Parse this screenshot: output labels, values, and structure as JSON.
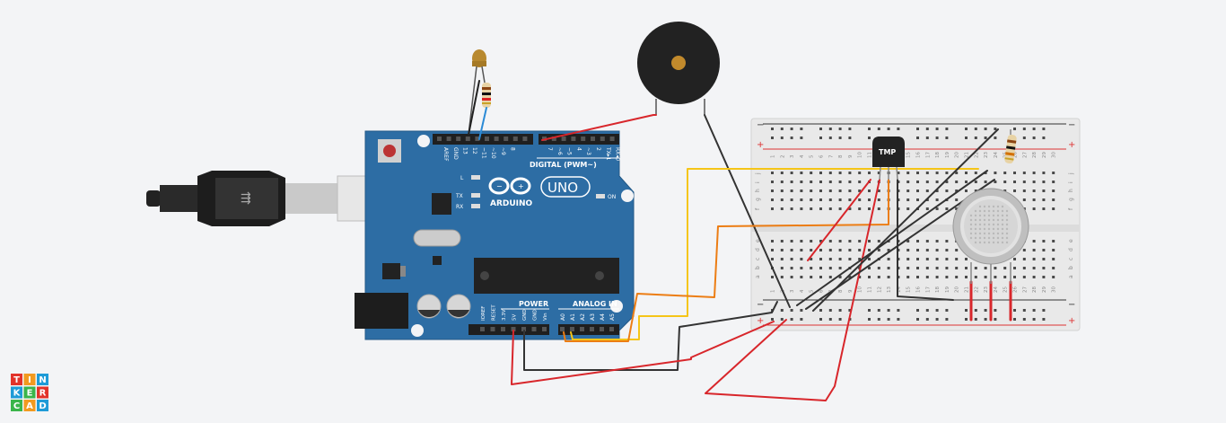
{
  "board": {
    "brand": "ARDUINO",
    "model": "UNO",
    "digital_label": "DIGITAL (PWM~)",
    "power_label": "POWER",
    "analog_label": "ANALOG IN",
    "led_l": "L",
    "led_tx": "TX",
    "led_rx": "RX",
    "led_on": "ON",
    "header_top_pins": [
      "AREF",
      "GND",
      "13",
      "12",
      "~11",
      "~10",
      "~9",
      "8",
      "7",
      "~6",
      "~5",
      "4",
      "~3",
      "2",
      "TX▸1",
      "RX◂0"
    ],
    "power_pins": [
      "IOREF",
      "RESET",
      "3.3V",
      "5V",
      "GND",
      "GND",
      "Vin"
    ],
    "analog_pins": [
      "A0",
      "A1",
      "A2",
      "A3",
      "A4",
      "A5"
    ]
  },
  "tmp_sensor": {
    "label": "TMP"
  },
  "breadboard": {
    "rows_top": [
      "j",
      "i",
      "h",
      "g",
      "f"
    ],
    "rows_bottom": [
      "e",
      "d",
      "c",
      "b",
      "a"
    ],
    "col_numbers": [
      "1",
      "2",
      "3",
      "4",
      "5",
      "6",
      "7",
      "8",
      "9",
      "10",
      "11",
      "12",
      "13",
      "14",
      "15",
      "16",
      "17",
      "18",
      "19",
      "20",
      "21",
      "22",
      "23",
      "24",
      "25",
      "26",
      "27",
      "28",
      "29",
      "30"
    ],
    "rail_plus": "+",
    "rail_minus": "−"
  },
  "logo": {
    "letters": [
      "T",
      "I",
      "N",
      "K",
      "E",
      "R",
      "C",
      "A",
      "D"
    ],
    "colors": [
      "#e2332a",
      "#f29a1f",
      "#1e9bd7",
      "#3ab54a"
    ]
  }
}
